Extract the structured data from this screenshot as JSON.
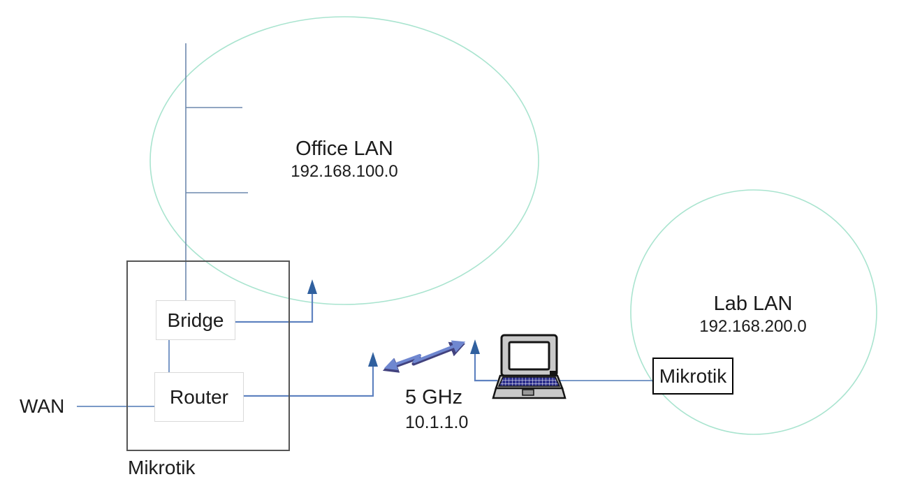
{
  "diagram": {
    "office_lan": {
      "name": "Office LAN",
      "subnet": "192.168.100.0"
    },
    "lab_lan": {
      "name": "Lab LAN",
      "subnet": "192.168.200.0"
    },
    "wan": {
      "label": "WAN"
    },
    "gateway": {
      "label": "Mikrotik",
      "bridge": {
        "label": "Bridge"
      },
      "router": {
        "label": "Router"
      }
    },
    "lab_gateway": {
      "label": "Mikrotik"
    },
    "wireless_link": {
      "band": "5 GHz",
      "subnet": "10.1.1.0"
    }
  },
  "icons": {
    "laptop": "laptop-icon",
    "wireless_link": "wireless-zigzag-arrow-icon",
    "flow_arrows": "up-arrow-icon"
  },
  "colors": {
    "lan_ellipse": "#a9e4cf",
    "connector": "#7a99c7",
    "trunk": "#6d89ad",
    "arrow_stem": "#5f82c0",
    "arrow_head": "#30609f",
    "zigzag_front": "#6f87d0",
    "zigzag_shadow": "#42427e",
    "frame_border": "#555555",
    "box_border": "#d9d9d9",
    "text": "#1b1b1b"
  }
}
